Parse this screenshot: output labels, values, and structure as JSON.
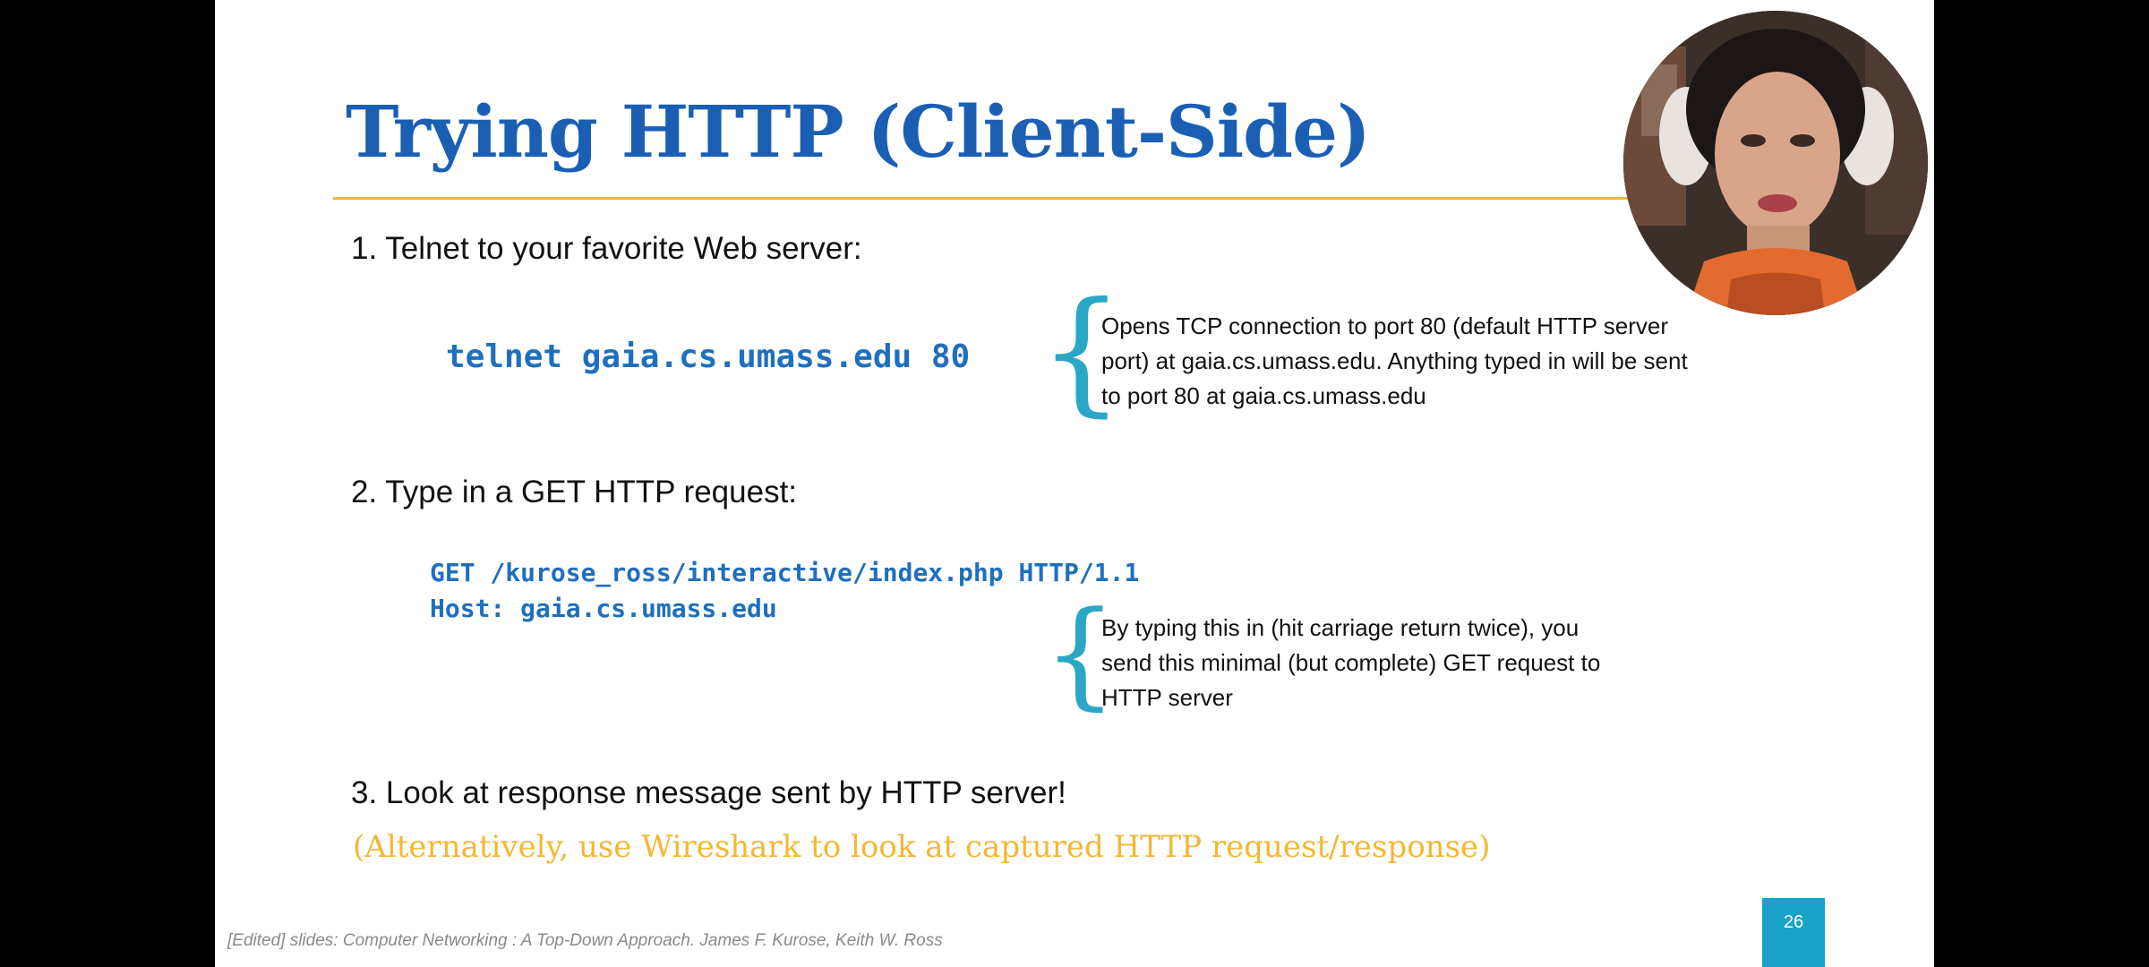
{
  "slide": {
    "title": "Trying HTTP (Client-Side)",
    "step1": {
      "label": "1. Telnet to your favorite Web server:",
      "command": "telnet gaia.cs.umass.edu 80",
      "note_lines": [
        "Opens TCP connection to port 80 (default HTTP server",
        "port)  at gaia.cs.umass.edu. Anything typed in will be sent",
        "to port 80 at gaia.cs.umass.edu"
      ]
    },
    "step2": {
      "label": "2. Type in a GET HTTP request:",
      "request_lines": [
        "GET /kurose_ross/interactive/index.php HTTP/1.1",
        "Host: gaia.cs.umass.edu"
      ],
      "note_lines": [
        "By typing this in (hit carriage return twice), you",
        "send this minimal (but complete)  GET request to",
        "HTTP server"
      ]
    },
    "step3": {
      "label": "3. Look at response message sent by HTTP server!"
    },
    "alternative": "(Alternatively, use Wireshark to look at captured HTTP request/response)",
    "credit": "[Edited] slides: Computer Networking : A Top-Down Approach. James F. Kurose, Keith W. Ross",
    "page_number": "26"
  },
  "colors": {
    "title": "#1a5fb4",
    "rule": "#f0b93a",
    "code": "#1f6fbf",
    "brace": "#2aa7c7",
    "alternative": "#f5b731",
    "page_badge": "#1aa3c9"
  },
  "presenter_video": {
    "icon": "presenter-webcam-icon"
  }
}
